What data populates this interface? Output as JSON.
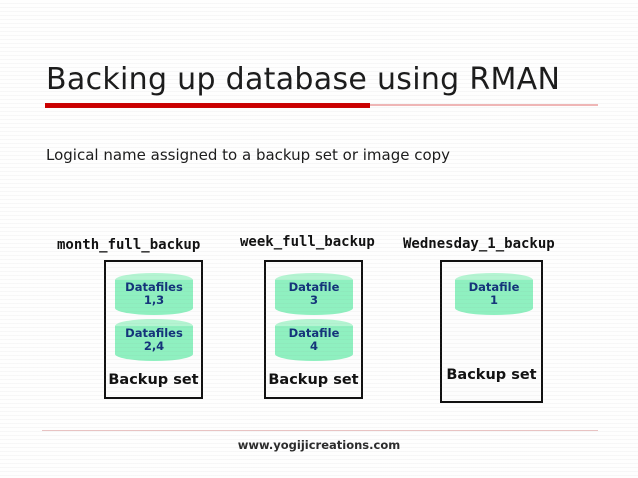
{
  "slide": {
    "title": "Backing up database using RMAN",
    "subtitle": "Logical name assigned to a backup set or image copy",
    "accent_color": "#cc0000",
    "accent_faded_color": "#efb6b6",
    "cylinder_fill": "#8ff0c0",
    "cylinder_top_fill": "#b4f5d2",
    "cylinder_text_color": "#13337a",
    "box_border_color": "#111111"
  },
  "backup_sets": [
    {
      "label": "month_full_backup",
      "caption": "Backup set",
      "cylinders": [
        {
          "line1": "Datafiles",
          "line2": "1,3"
        },
        {
          "line1": "Datafiles",
          "line2": "2,4"
        }
      ]
    },
    {
      "label": "week_full_backup",
      "caption": "Backup set",
      "cylinders": [
        {
          "line1": "Datafile",
          "line2": "3"
        },
        {
          "line1": "Datafile",
          "line2": "4"
        }
      ]
    },
    {
      "label": "Wednesday_1_backup",
      "caption": "Backup set",
      "cylinders": [
        {
          "line1": "Datafile",
          "line2": "1"
        }
      ]
    }
  ],
  "footer": {
    "text": "www.yogijicreations.com"
  }
}
